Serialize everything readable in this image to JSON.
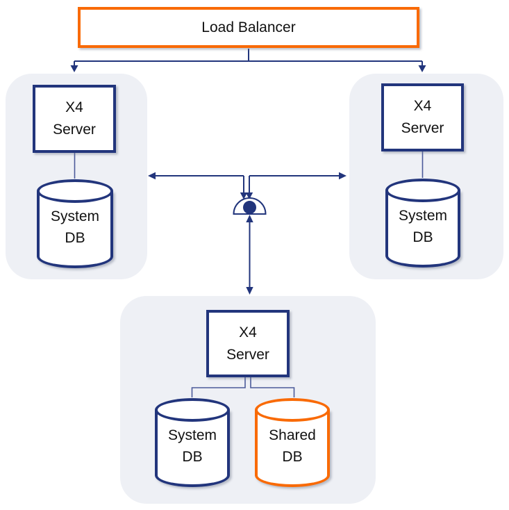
{
  "nodes": {
    "load_balancer": {
      "label": "Load Balancer"
    },
    "server_left": {
      "line1": "X4",
      "line2": "Server"
    },
    "server_right": {
      "line1": "X4",
      "line2": "Server"
    },
    "server_bottom": {
      "line1": "X4",
      "line2": "Server"
    },
    "db_left": {
      "line1": "System",
      "line2": "DB"
    },
    "db_right": {
      "line1": "System",
      "line2": "DB"
    },
    "db_bottom_system": {
      "line1": "System",
      "line2": "DB"
    },
    "db_bottom_shared": {
      "line1": "Shared",
      "line2": "DB"
    }
  },
  "icons": {
    "junction": "merge-junction-icon"
  },
  "colors": {
    "navy": "#22357c",
    "orange": "#f96a05",
    "group_background": "#eef0f5",
    "thin_connector": "#4b5a9a",
    "node_background": "#ffffff",
    "text": "#111111",
    "page_background": "#ffffff"
  }
}
